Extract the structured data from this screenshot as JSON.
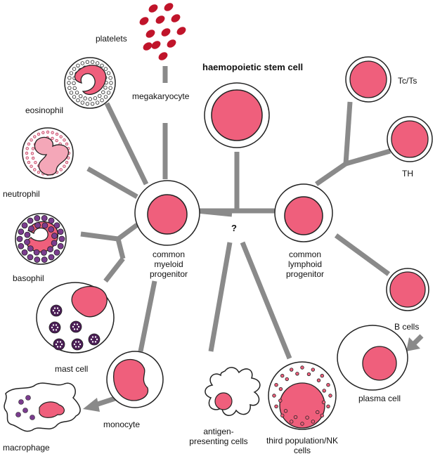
{
  "labels": {
    "stem_cell": "haemopoietic stem cell",
    "question": "?",
    "myeloid": "common myeloid progenitor",
    "lymphoid": "common lymphoid progenitor",
    "platelets": "platelets",
    "megakaryocyte": "megakaryocyte",
    "eosinophil": "eosinophil",
    "neutrophil": "neutrophil",
    "basophil": "basophil",
    "mast_cell": "mast cell",
    "monocyte": "monocyte",
    "macrophage": "macrophage",
    "antigen_presenting": "antigen-presenting cells",
    "nk": "third population/NK cells",
    "plasma": "plasma cell",
    "b_cells": "B cells",
    "tc_ts": "Tc/Ts",
    "th": "TH"
  },
  "colors": {
    "nucleus": "#ef5f7c",
    "connector": "#8a8a8a",
    "granule_purple": "#7a3c8e",
    "granule_dark": "#4a1d55",
    "platelet": "#c0142a",
    "outline": "#222222"
  }
}
